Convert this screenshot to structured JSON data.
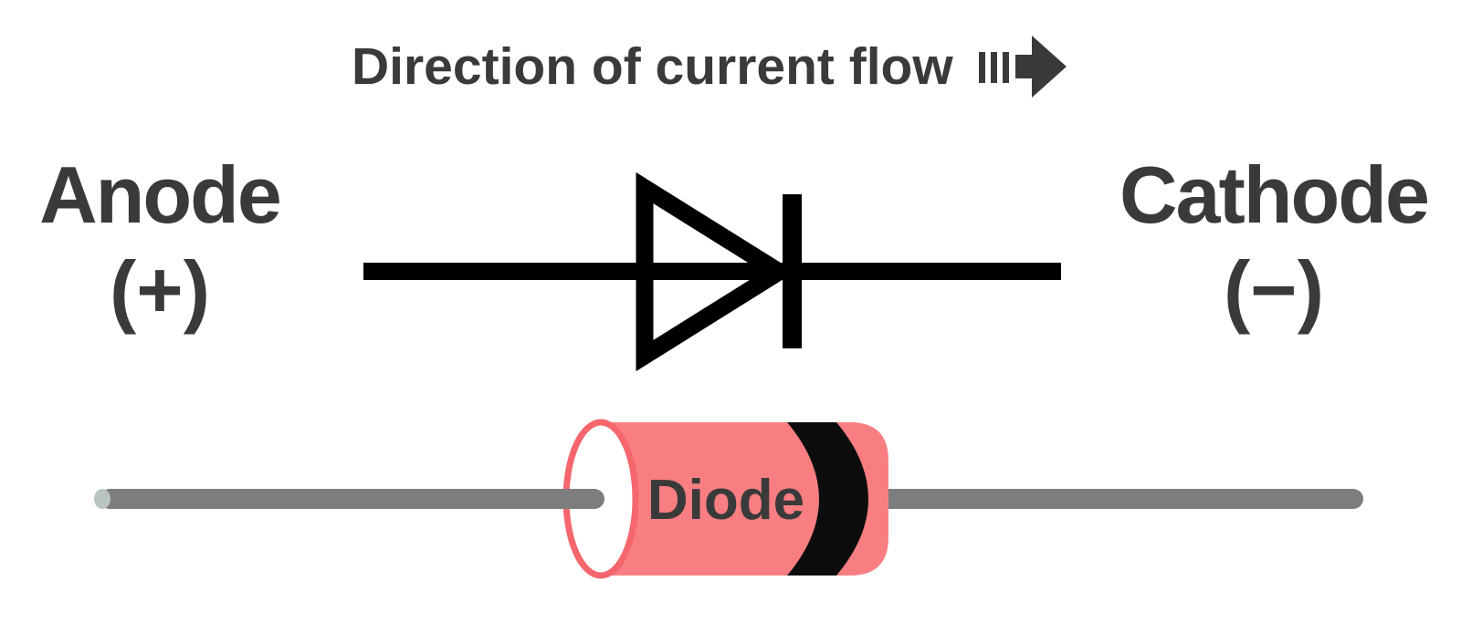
{
  "header": {
    "title": "Direction of current flow",
    "arrow_icon": "right-arrow-with-motion-lines"
  },
  "terminals": {
    "anode": {
      "label": "Anode",
      "polarity": "(+)"
    },
    "cathode": {
      "label": "Cathode",
      "polarity": "(−)"
    }
  },
  "component": {
    "label": "Diode"
  },
  "diagram": {
    "type": "diode-polarity-diagram",
    "current_direction": "left-to-right",
    "elements": [
      "schematic-diode-symbol",
      "cathode-bar",
      "physical-diode-body",
      "cathode-band",
      "axial-leads"
    ]
  },
  "colors": {
    "label_text": "#3a3a3a",
    "schematic_black": "#000000",
    "body_pink": "#f97e82",
    "rim_pink": "#f5666d",
    "band_black": "#0d0d0d",
    "lead_gray": "#7d7d7d",
    "lead_tip_highlight": "#b9c4c3",
    "background": "#ffffff"
  }
}
